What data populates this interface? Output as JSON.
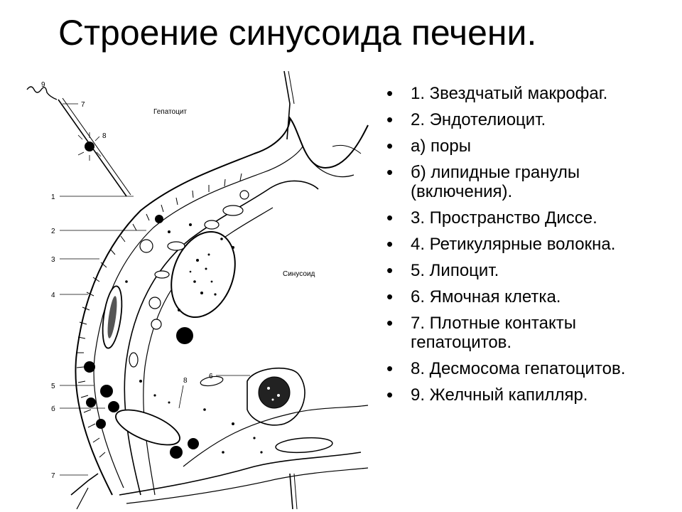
{
  "title": "Строение синусоида печени.",
  "diagram": {
    "hepatocyte_label": "Гепатоцит",
    "sinusoid_label": "Синусоид",
    "numbers": [
      "9",
      "7",
      "8",
      "1",
      "2",
      "3",
      "4",
      "5",
      "б",
      "7",
      "6",
      "8"
    ]
  },
  "bullets": [
    "1. Звездчатый макрофаг.",
    "2. Эндотелиоцит.",
    "а) поры",
    "б) липидные гранулы (включения).",
    "3. Пространство Диссе.",
    "4. Ретикулярные волокна.",
    "5. Липоцит.",
    "6. Ямочная клетка.",
    "7. Плотные контакты гепатоцитов.",
    "8. Десмосома гепатоцитов.",
    "9. Желчный капилляр."
  ]
}
